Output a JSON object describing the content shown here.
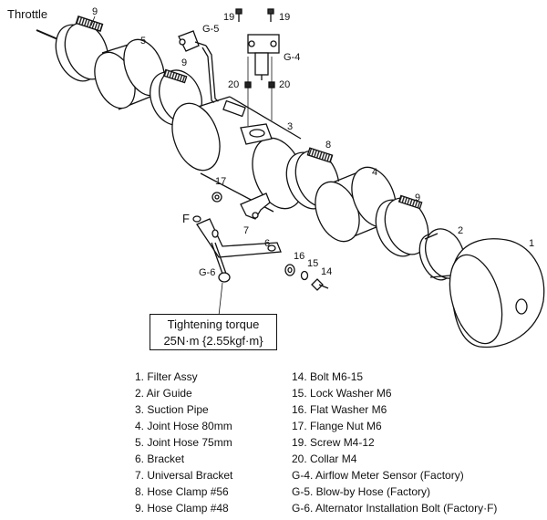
{
  "callouts": {
    "throttle": "Throttle",
    "n1": "1",
    "n2": "2",
    "n3": "3",
    "n4": "4",
    "n5": "5",
    "n6": "6",
    "n7": "7",
    "n8": "8",
    "n9a": "9",
    "n9b": "9",
    "n9c": "9",
    "n14": "14",
    "n15": "15",
    "n16": "16",
    "n17": "17",
    "n19a": "19",
    "n19b": "19",
    "n20a": "20",
    "n20b": "20",
    "g4": "G-4",
    "g5": "G-5",
    "g6": "G-6",
    "f": "F"
  },
  "torque": {
    "line1": "Tightening torque",
    "line2": "25N·m {2.55kgf·m}"
  },
  "legend_left": [
    "1. Filter Assy",
    "2. Air Guide",
    "3. Suction Pipe",
    "4. Joint Hose 80mm",
    "5. Joint Hose 75mm",
    "6. Bracket",
    "7. Universal Bracket",
    "8. Hose Clamp #56",
    "9. Hose Clamp #48"
  ],
  "legend_right": [
    "14. Bolt M6-15",
    "15. Lock Washer M6",
    "16. Flat Washer M6",
    "17. Flange Nut M6",
    "19. Screw M4-12",
    "20. Collar M4",
    "G-4. Airflow Meter Sensor (Factory)",
    "G-5. Blow-by Hose (Factory)",
    "G-6. Alternator Installation Bolt (Factory·F)"
  ]
}
